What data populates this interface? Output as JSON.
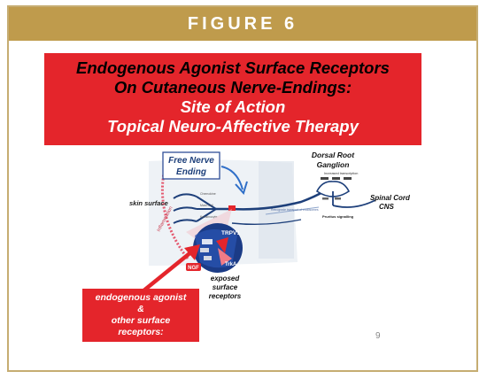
{
  "header": {
    "figure_label": "FIGURE 6"
  },
  "banner": {
    "line1": "Endogenous Agonist Surface Receptors",
    "line2": "On Cutaneous Nerve-Endings:",
    "line3": "Site of Action",
    "line4": "Topical Neuro-Affective Therapy"
  },
  "diagram": {
    "free_nerve_ending_line1": "Free Nerve",
    "free_nerve_ending_line2": "Ending",
    "dorsal_root_line1": "Dorsal Root",
    "dorsal_root_line2": "Ganglion",
    "increased_transcription": "Increased transcription",
    "spinal_cord_line1": "Spinal Cord",
    "spinal_cord_line2": "CNS",
    "skin_surface": "skin surface",
    "inflammation": "Inflammation",
    "retrograde_transport": "Retrograde transport of endosomes",
    "pruritus_signalling": "Pruritus signalling",
    "trpv1": "TRPV1",
    "trka": "TrkA",
    "ngf": "NGF",
    "exposed_line1": "exposed",
    "exposed_line2": "surface",
    "exposed_line3": "receptors"
  },
  "callout": {
    "line1": "endogenous agonist",
    "line2": "&",
    "line3": "other surface",
    "line4": "receptors:"
  },
  "page_number": "9",
  "colors": {
    "gold": "#bf9b4c",
    "red": "#e4252b",
    "navy": "#1d3f7a"
  }
}
